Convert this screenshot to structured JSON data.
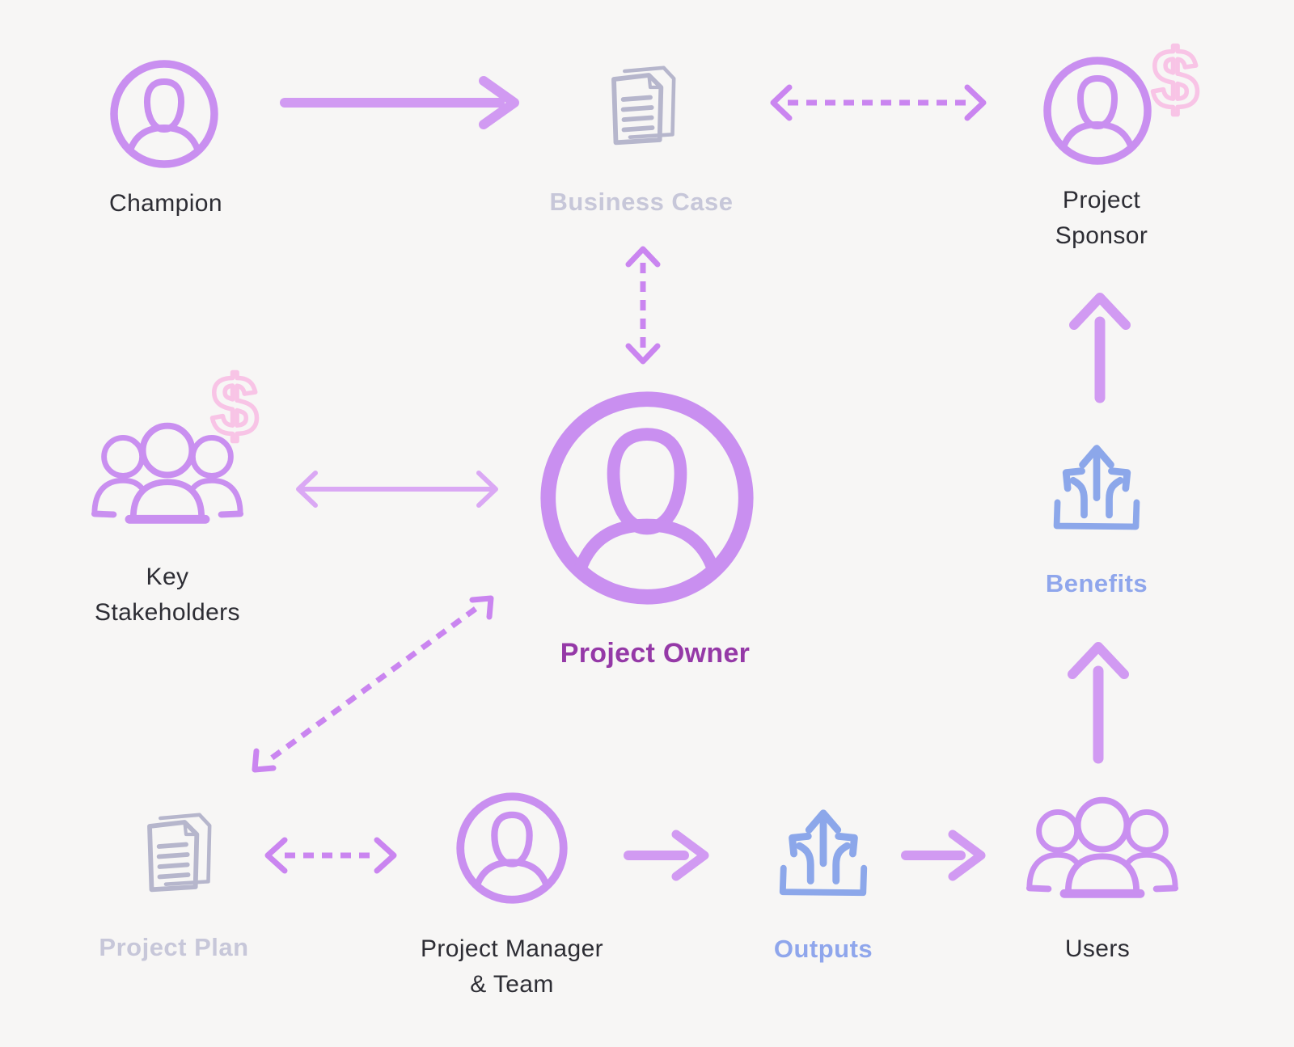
{
  "colors": {
    "bg": "#f7f6f5",
    "purple_icon": "#c98ff0",
    "pink_dollar": "#f8c4e6",
    "gray_icon": "#b6b6cc",
    "gray_label": "#c7c7d9",
    "blue_icon": "#8ca7ea",
    "blue_label": "#8fa6ec",
    "dark_label": "#2d2d34",
    "owner_label": "#9539a7",
    "arrow_solid": "#d19af2",
    "arrow_thin": "#daa8f4",
    "arrow_dashed": "#ca85f0"
  },
  "glyphs": {
    "dollar": "$"
  },
  "nodes": {
    "champion": {
      "label": "Champion",
      "icon": "person-circle-icon"
    },
    "business_case": {
      "label": "Business Case",
      "icon": "document-icon"
    },
    "project_sponsor": {
      "line1": "Project",
      "line2": "Sponsor",
      "icon": "person-circle-icon with dollar-icon"
    },
    "key_stakeholders": {
      "line1": "Key",
      "line2": "Stakeholders",
      "icon": "people-group-icon with dollar-icon"
    },
    "project_owner": {
      "label": "Project Owner",
      "icon": "person-circle-icon"
    },
    "benefits": {
      "label": "Benefits",
      "icon": "branching-arrows-icon"
    },
    "project_plan": {
      "label": "Project Plan",
      "icon": "document-icon"
    },
    "project_manager": {
      "line1": "Project Manager",
      "line2": "& Team",
      "icon": "person-circle-icon"
    },
    "outputs": {
      "label": "Outputs",
      "icon": "branching-arrows-icon"
    },
    "users": {
      "label": "Users",
      "icon": "people-group-icon"
    }
  },
  "connections": [
    {
      "from": "Champion",
      "to": "Business Case",
      "style": "solid-arrow"
    },
    {
      "from": "Business Case",
      "to": "Project Sponsor",
      "style": "dashed-double-arrow"
    },
    {
      "from": "Business Case",
      "to": "Project Owner",
      "style": "dashed-double-arrow"
    },
    {
      "from": "Key Stakeholders",
      "to": "Project Owner",
      "style": "solid-double-arrow"
    },
    {
      "from": "Project Owner",
      "to": "Project Plan",
      "style": "dashed-double-arrow"
    },
    {
      "from": "Project Plan",
      "to": "Project Manager & Team",
      "style": "dashed-double-arrow"
    },
    {
      "from": "Project Manager & Team",
      "to": "Outputs",
      "style": "solid-arrow"
    },
    {
      "from": "Outputs",
      "to": "Users",
      "style": "solid-arrow"
    },
    {
      "from": "Users",
      "to": "Benefits",
      "style": "solid-arrow"
    },
    {
      "from": "Benefits",
      "to": "Project Sponsor",
      "style": "solid-arrow"
    }
  ]
}
